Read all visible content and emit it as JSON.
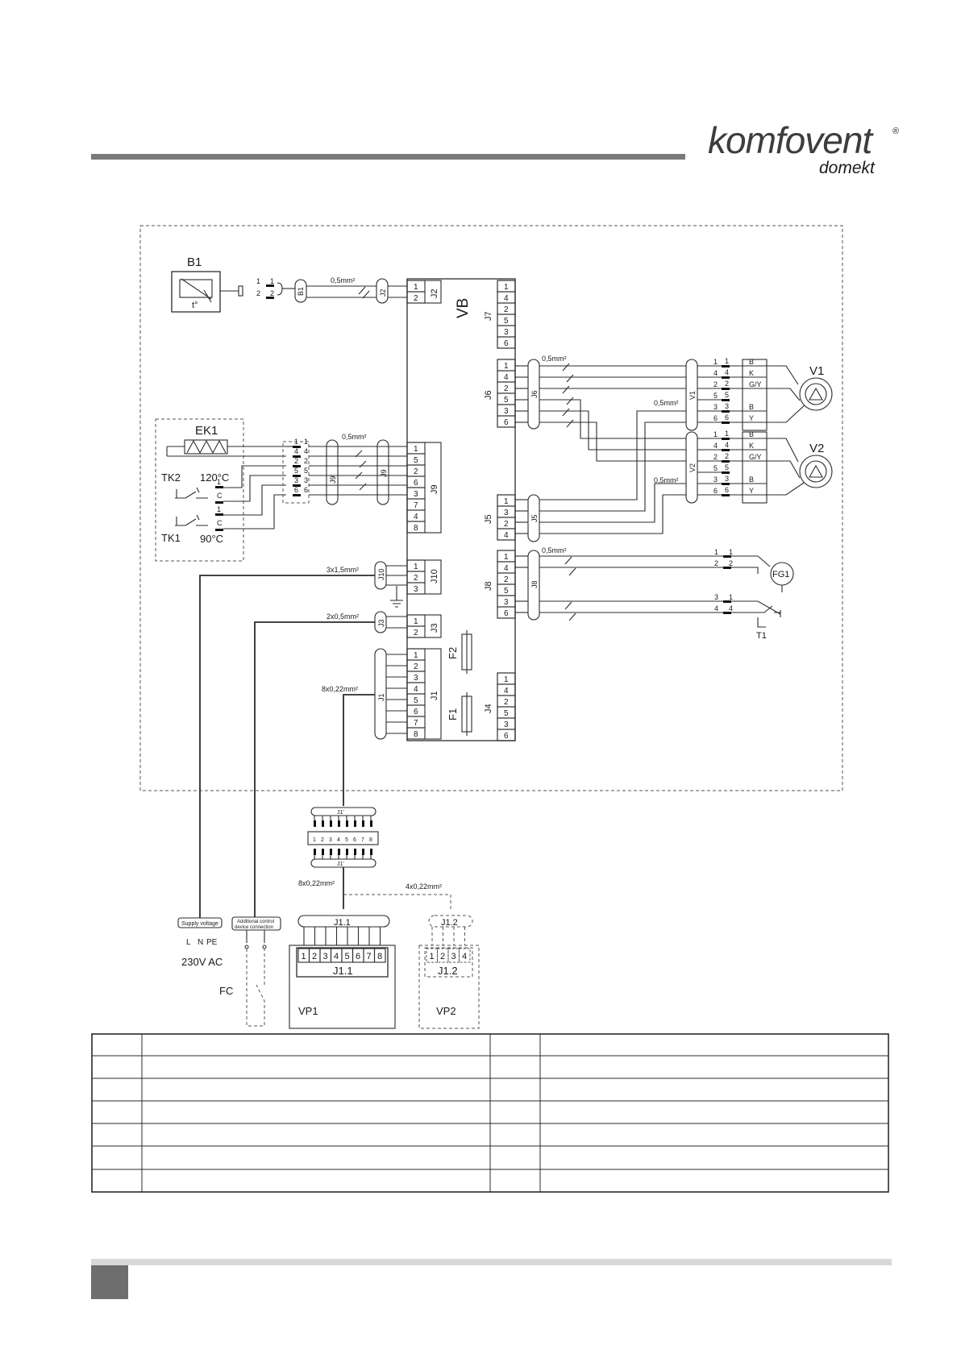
{
  "brand": {
    "name": "komfovent",
    "sub": "domekt",
    "reg": "®",
    "color": "#3d3d3d"
  },
  "vb": {
    "label": "VB",
    "f1": "F1",
    "f2": "F2",
    "j1": {
      "name": "J1",
      "pins": [
        "1",
        "2",
        "3",
        "4",
        "5",
        "6",
        "7",
        "8"
      ]
    },
    "j2": {
      "name": "J2",
      "pins": [
        "1",
        "2"
      ]
    },
    "j3": {
      "name": "J3",
      "pins": [
        "1",
        "2"
      ]
    },
    "j4": {
      "name": "J4",
      "pins": [
        "1",
        "4",
        "2",
        "5",
        "3",
        "6"
      ]
    },
    "j5": {
      "name": "J5",
      "pins": [
        "1",
        "3",
        "2",
        "4"
      ]
    },
    "j6": {
      "name": "J6",
      "pins": [
        "1",
        "4",
        "2",
        "5",
        "3",
        "6"
      ]
    },
    "j7": {
      "name": "J7",
      "pins": [
        "1",
        "4",
        "2",
        "5",
        "3",
        "6"
      ]
    },
    "j8": {
      "name": "J8",
      "pins": [
        "1",
        "4",
        "2",
        "5",
        "3",
        "6"
      ]
    },
    "j9": {
      "name": "J9",
      "pins": [
        "1",
        "5",
        "2",
        "6",
        "3",
        "7",
        "4",
        "8"
      ]
    },
    "j10": {
      "name": "J10",
      "pins": [
        "1",
        "2",
        "3"
      ]
    }
  },
  "components": {
    "b1": "B1",
    "b1_sub": "t°",
    "ek1": "EK1",
    "tk2": "TK2",
    "tk2_temp": "120°C",
    "tk1": "TK1",
    "tk1_temp": "90°C",
    "v1": "V1",
    "v2": "V2",
    "fg1": "FG1",
    "t1": "T1",
    "fc": "FC",
    "vp1": "VP1",
    "vp2": "VP2",
    "j9p": "J9'",
    "j1p": "J1'",
    "j11": "J1.1",
    "j12": "J1.2"
  },
  "motor_wires": [
    "B",
    "K",
    "G/Y",
    "B",
    "Y"
  ],
  "cables": {
    "c05": "0,5mm²",
    "c3x15": "3x1,5mm²",
    "c2x05": "2x0,5mm²",
    "c8x022": "8x0,22mm²",
    "c4x022": "4x0,22mm²"
  },
  "supply": {
    "label": "Supply voltage",
    "terms": [
      "L",
      "N",
      "PE"
    ],
    "voltage": "230V AC"
  },
  "additional": {
    "line1": "Additional control",
    "line2": "device connection"
  },
  "j11_pins": [
    "1",
    "2",
    "3",
    "4",
    "5",
    "6",
    "7",
    "8"
  ],
  "j12_pins": [
    "1",
    "2",
    "3",
    "4"
  ]
}
